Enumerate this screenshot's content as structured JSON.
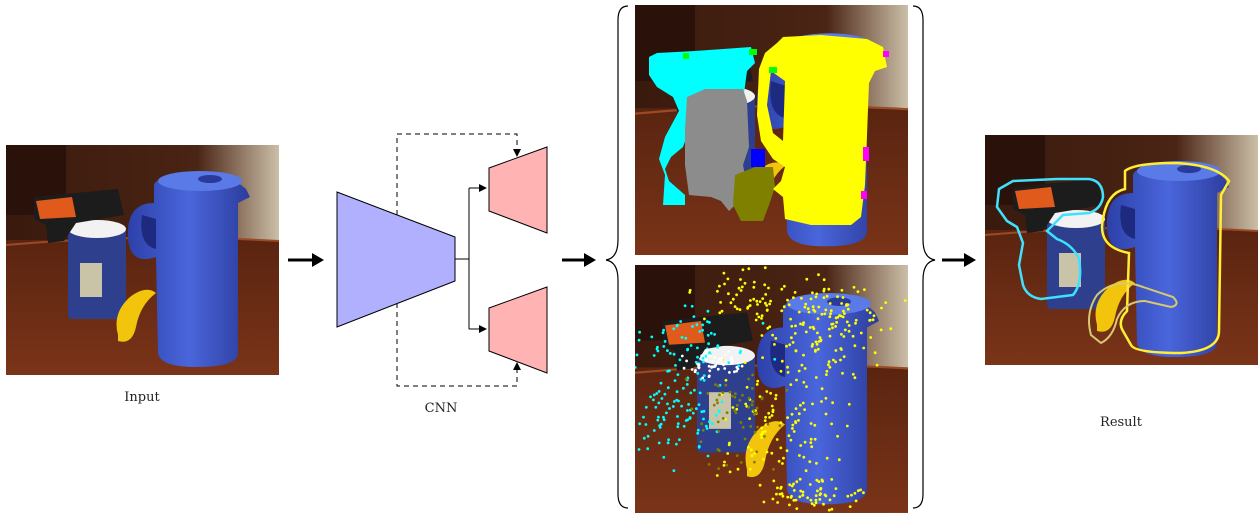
{
  "labels": {
    "input": "Input",
    "cnn": "CNN",
    "result": "Result"
  },
  "colors": {
    "background": "#ffffff",
    "encoder": "#b0b0ff",
    "decoder": "#ffb3b3",
    "arrow": "#000000",
    "label_cyan": "#00ffff",
    "label_gray": "#8c8c8c",
    "label_olive": "#808000",
    "label_yellow": "#ffff00",
    "label_blue": "#0000ff",
    "label_magenta": "#ff00ff",
    "label_green": "#00ff00",
    "contour_cyan": "#40e0ff",
    "contour_yellow": "#ffee33",
    "contour_banana": "#d8c870",
    "pitcher": "#3a55c8",
    "table": "#6a2a12",
    "wall": "#3a1c10"
  },
  "icons": {
    "pipeline_arrow": "right-arrow-icon",
    "brace": "curly-brace-icon"
  }
}
